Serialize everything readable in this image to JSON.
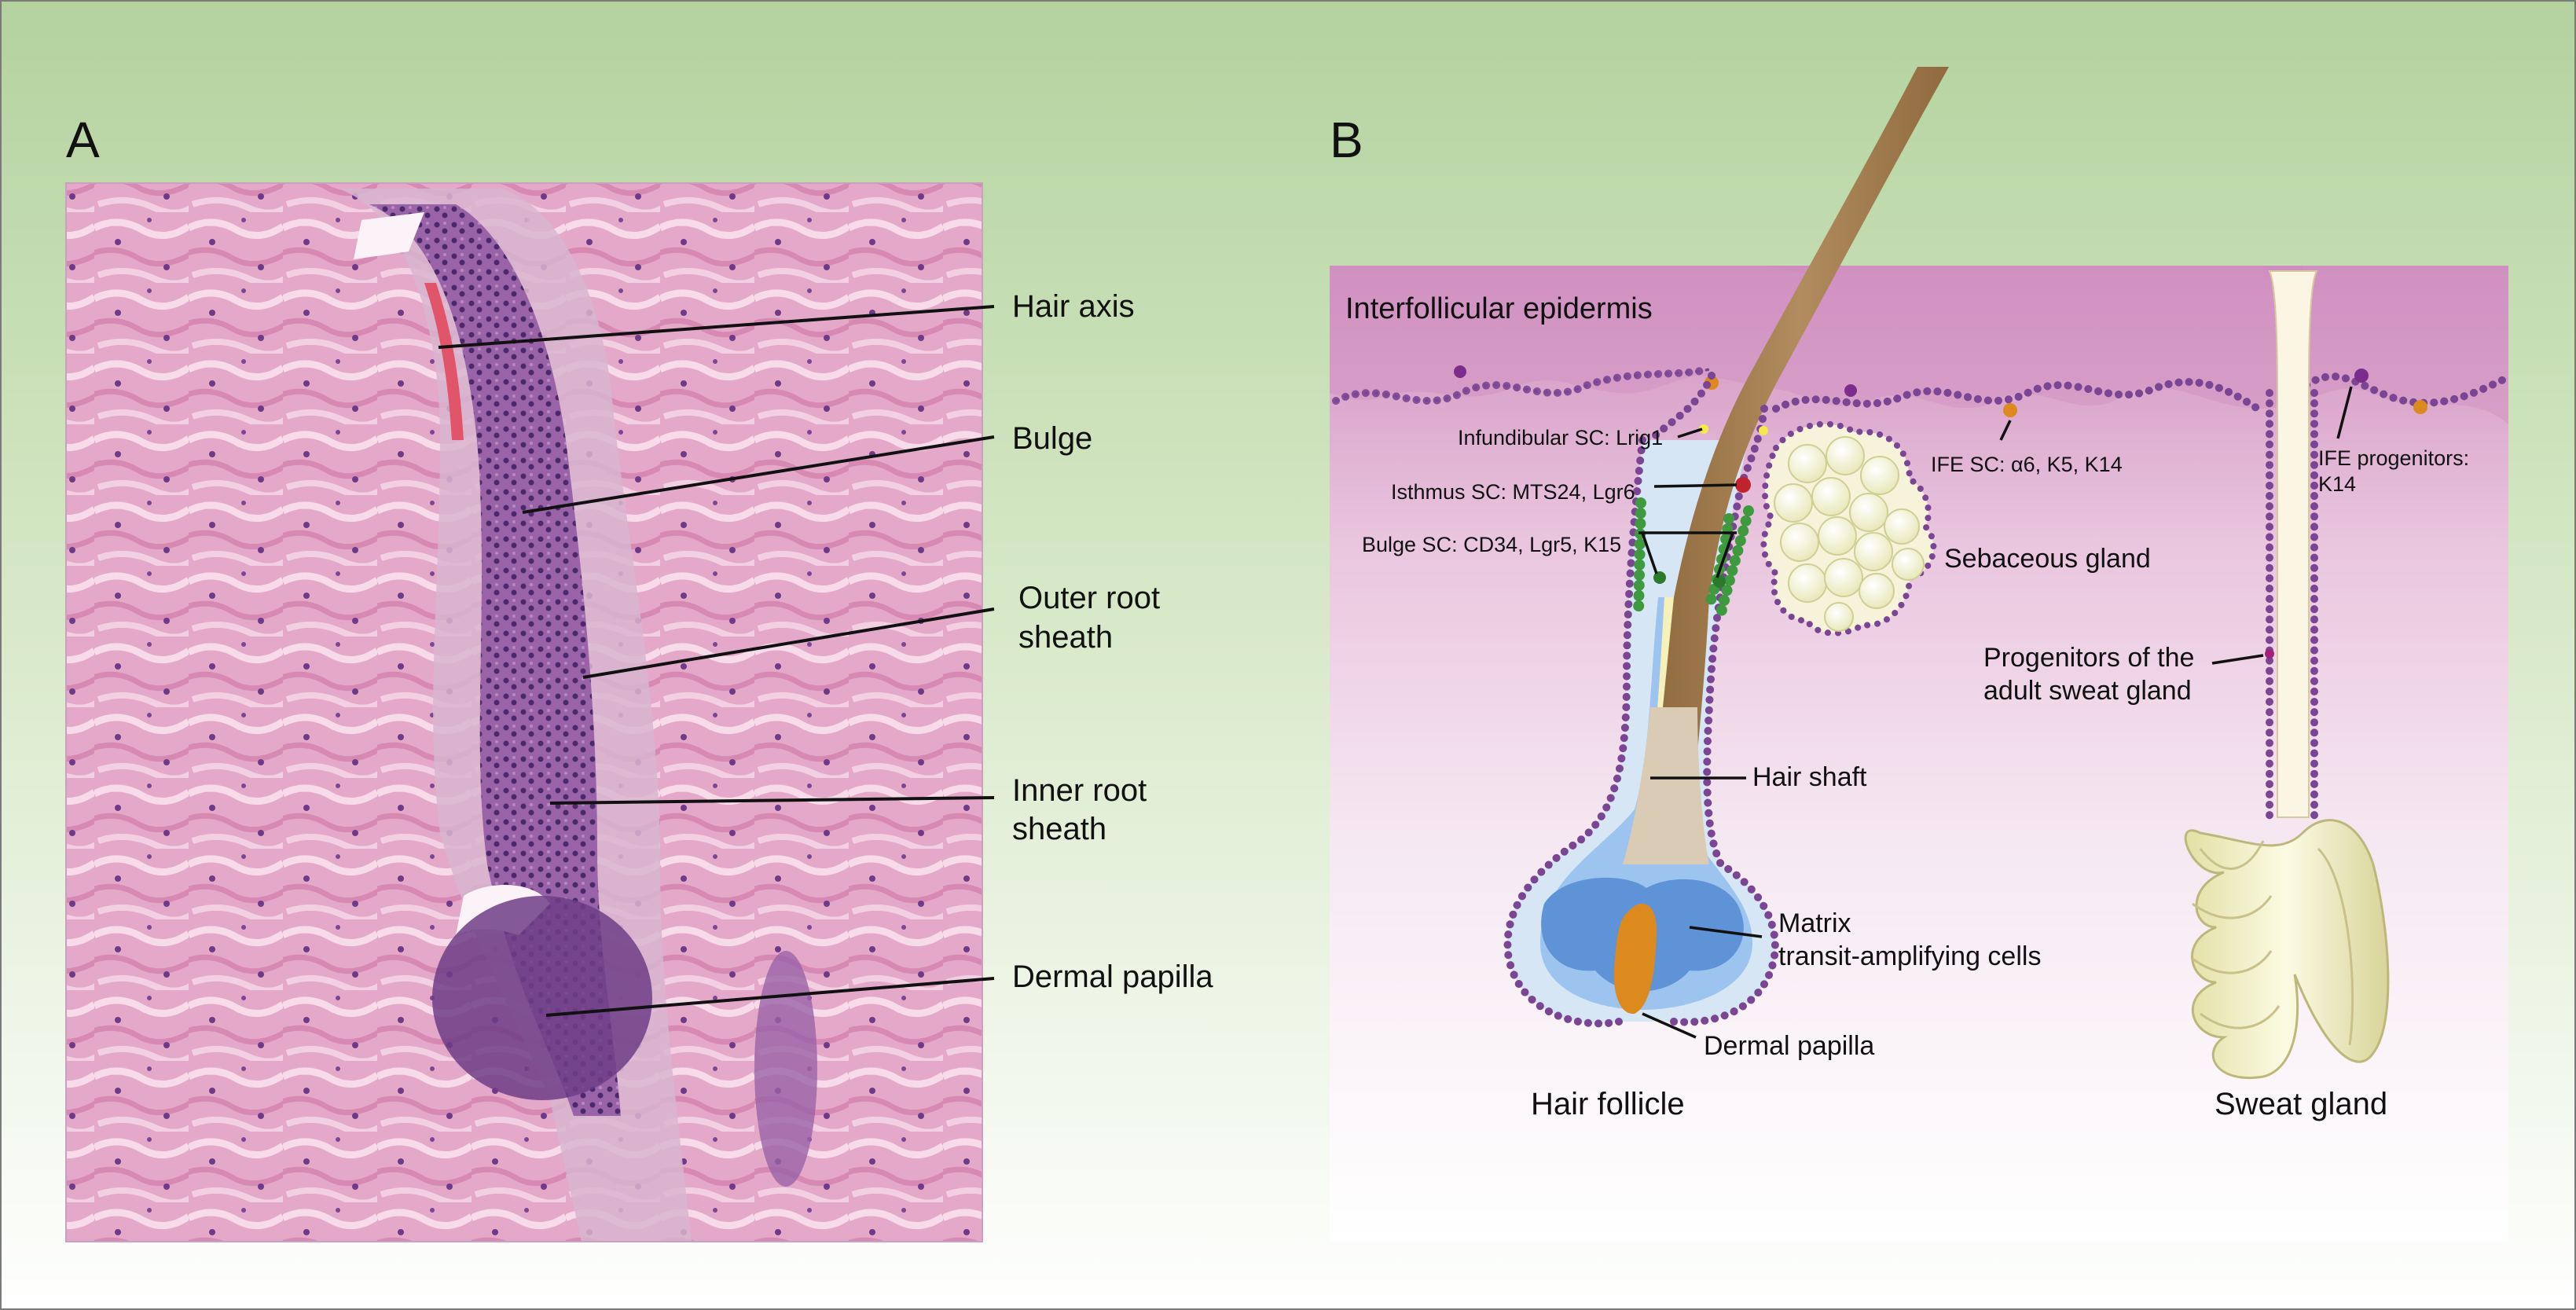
{
  "panel_a": {
    "letter": "A",
    "labels": {
      "hair_axis": "Hair axis",
      "bulge": "Bulge",
      "outer_root_1": "Outer root",
      "outer_root_2": "sheath",
      "inner_root_1": "Inner root",
      "inner_root_2": "sheath",
      "dermal_papilla": "Dermal papilla"
    }
  },
  "panel_b": {
    "letter": "B",
    "labels": {
      "interfollicular": "Interfollicular epidermis",
      "infundibular": "Infundibular SC: Lrig1",
      "isthmus": "Isthmus SC: MTS24, Lgr6",
      "bulge_sc": "Bulge SC: CD34, Lgr5, K15",
      "ife_sc": "IFE SC: α6, K5, K14",
      "ife_prog_1": "IFE progenitors:",
      "ife_prog_2": "K14",
      "sebaceous": "Sebaceous gland",
      "sweat_prog_1": "Progenitors of the",
      "sweat_prog_2": "adult sweat gland",
      "hair_shaft": "Hair shaft",
      "matrix_1": "Matrix",
      "matrix_2": "transit-amplifying cells",
      "dermal_papilla": "Dermal papilla",
      "hair_follicle": "Hair follicle",
      "sweat_gland": "Sweat gland"
    }
  },
  "colors": {
    "background_top": "#b5d3a0",
    "background_bottom": "#ffffff",
    "tissue_pink": "#e2a5c6",
    "epidermis_top": "#cf8dbd",
    "follicle_outline": "#7a4592",
    "bulge_green": "#3f9a3f",
    "hair_shaft": "#a88455",
    "dermal_papilla": "#dc8a1d",
    "matrix_blue": "#5f93d8"
  }
}
